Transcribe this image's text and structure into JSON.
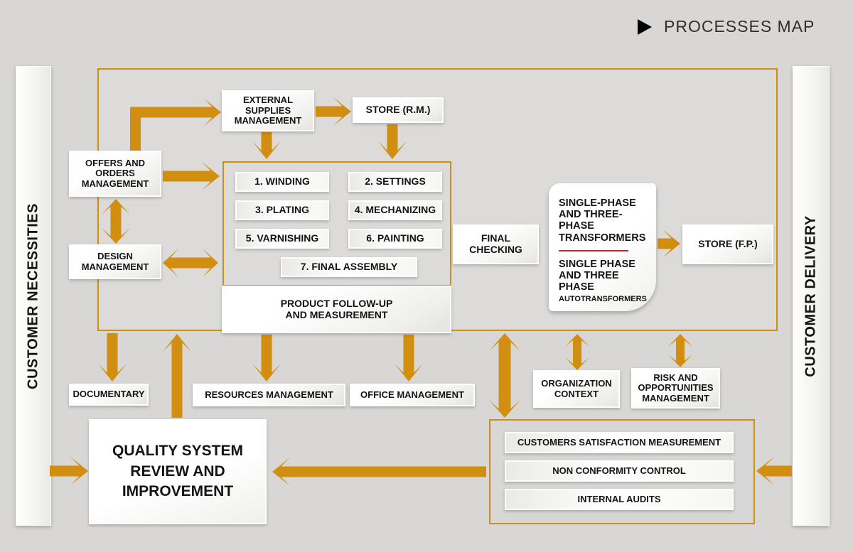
{
  "title": "PROCESSES MAP",
  "colors": {
    "accent_orange": "#d28e10",
    "frame_orange": "#cf8e12",
    "divider_red": "#a23530",
    "background_gray": "#d8d7d5"
  },
  "sidebars": {
    "left": "CUSTOMER NECESSITIES",
    "right": "CUSTOMER DELIVERY"
  },
  "nodes": {
    "offers_orders": "OFFERS AND\nORDERS\nMANAGEMENT",
    "external_supplies": "EXTERNAL\nSUPPLIES\nMANAGEMENT",
    "store_rm": "STORE (R.M.)",
    "design": "DESIGN\nMANAGEMENT",
    "final_checking": "FINAL\nCHECKING",
    "store_fp": "STORE (F.P.)",
    "product_followup": "PRODUCT FOLLOW-UP\nAND MEASUREMENT",
    "documentary": "DOCUMENTARY",
    "resources": "RESOURCES MANAGEMENT",
    "office": "OFFICE MANAGEMENT",
    "organization_context": "ORGANIZATION\nCONTEXT",
    "risk_opportunities": "RISK AND\nOPPORTUNITIES\nMANAGEMENT",
    "quality_review": "QUALITY SYSTEM\nREVIEW AND\nIMPROVEMENT"
  },
  "process_steps": [
    "1. WINDING",
    "2. SETTINGS",
    "3. PLATING",
    "4. MECHANIZING",
    "5. VARNISHING",
    "6. PAINTING",
    "7. FINAL ASSEMBLY"
  ],
  "transformers_note": {
    "primary": "SINGLE-PHASE\nAND THREE-\nPHASE\nTRANSFORMERS",
    "secondary": "SINGLE PHASE\nAND THREE\nPHASE",
    "small": "AUTOTRANSFORMERS"
  },
  "audit_items": [
    "CUSTOMERS SATISFACTION MEASUREMENT",
    "NON CONFORMITY CONTROL",
    "INTERNAL AUDITS"
  ]
}
